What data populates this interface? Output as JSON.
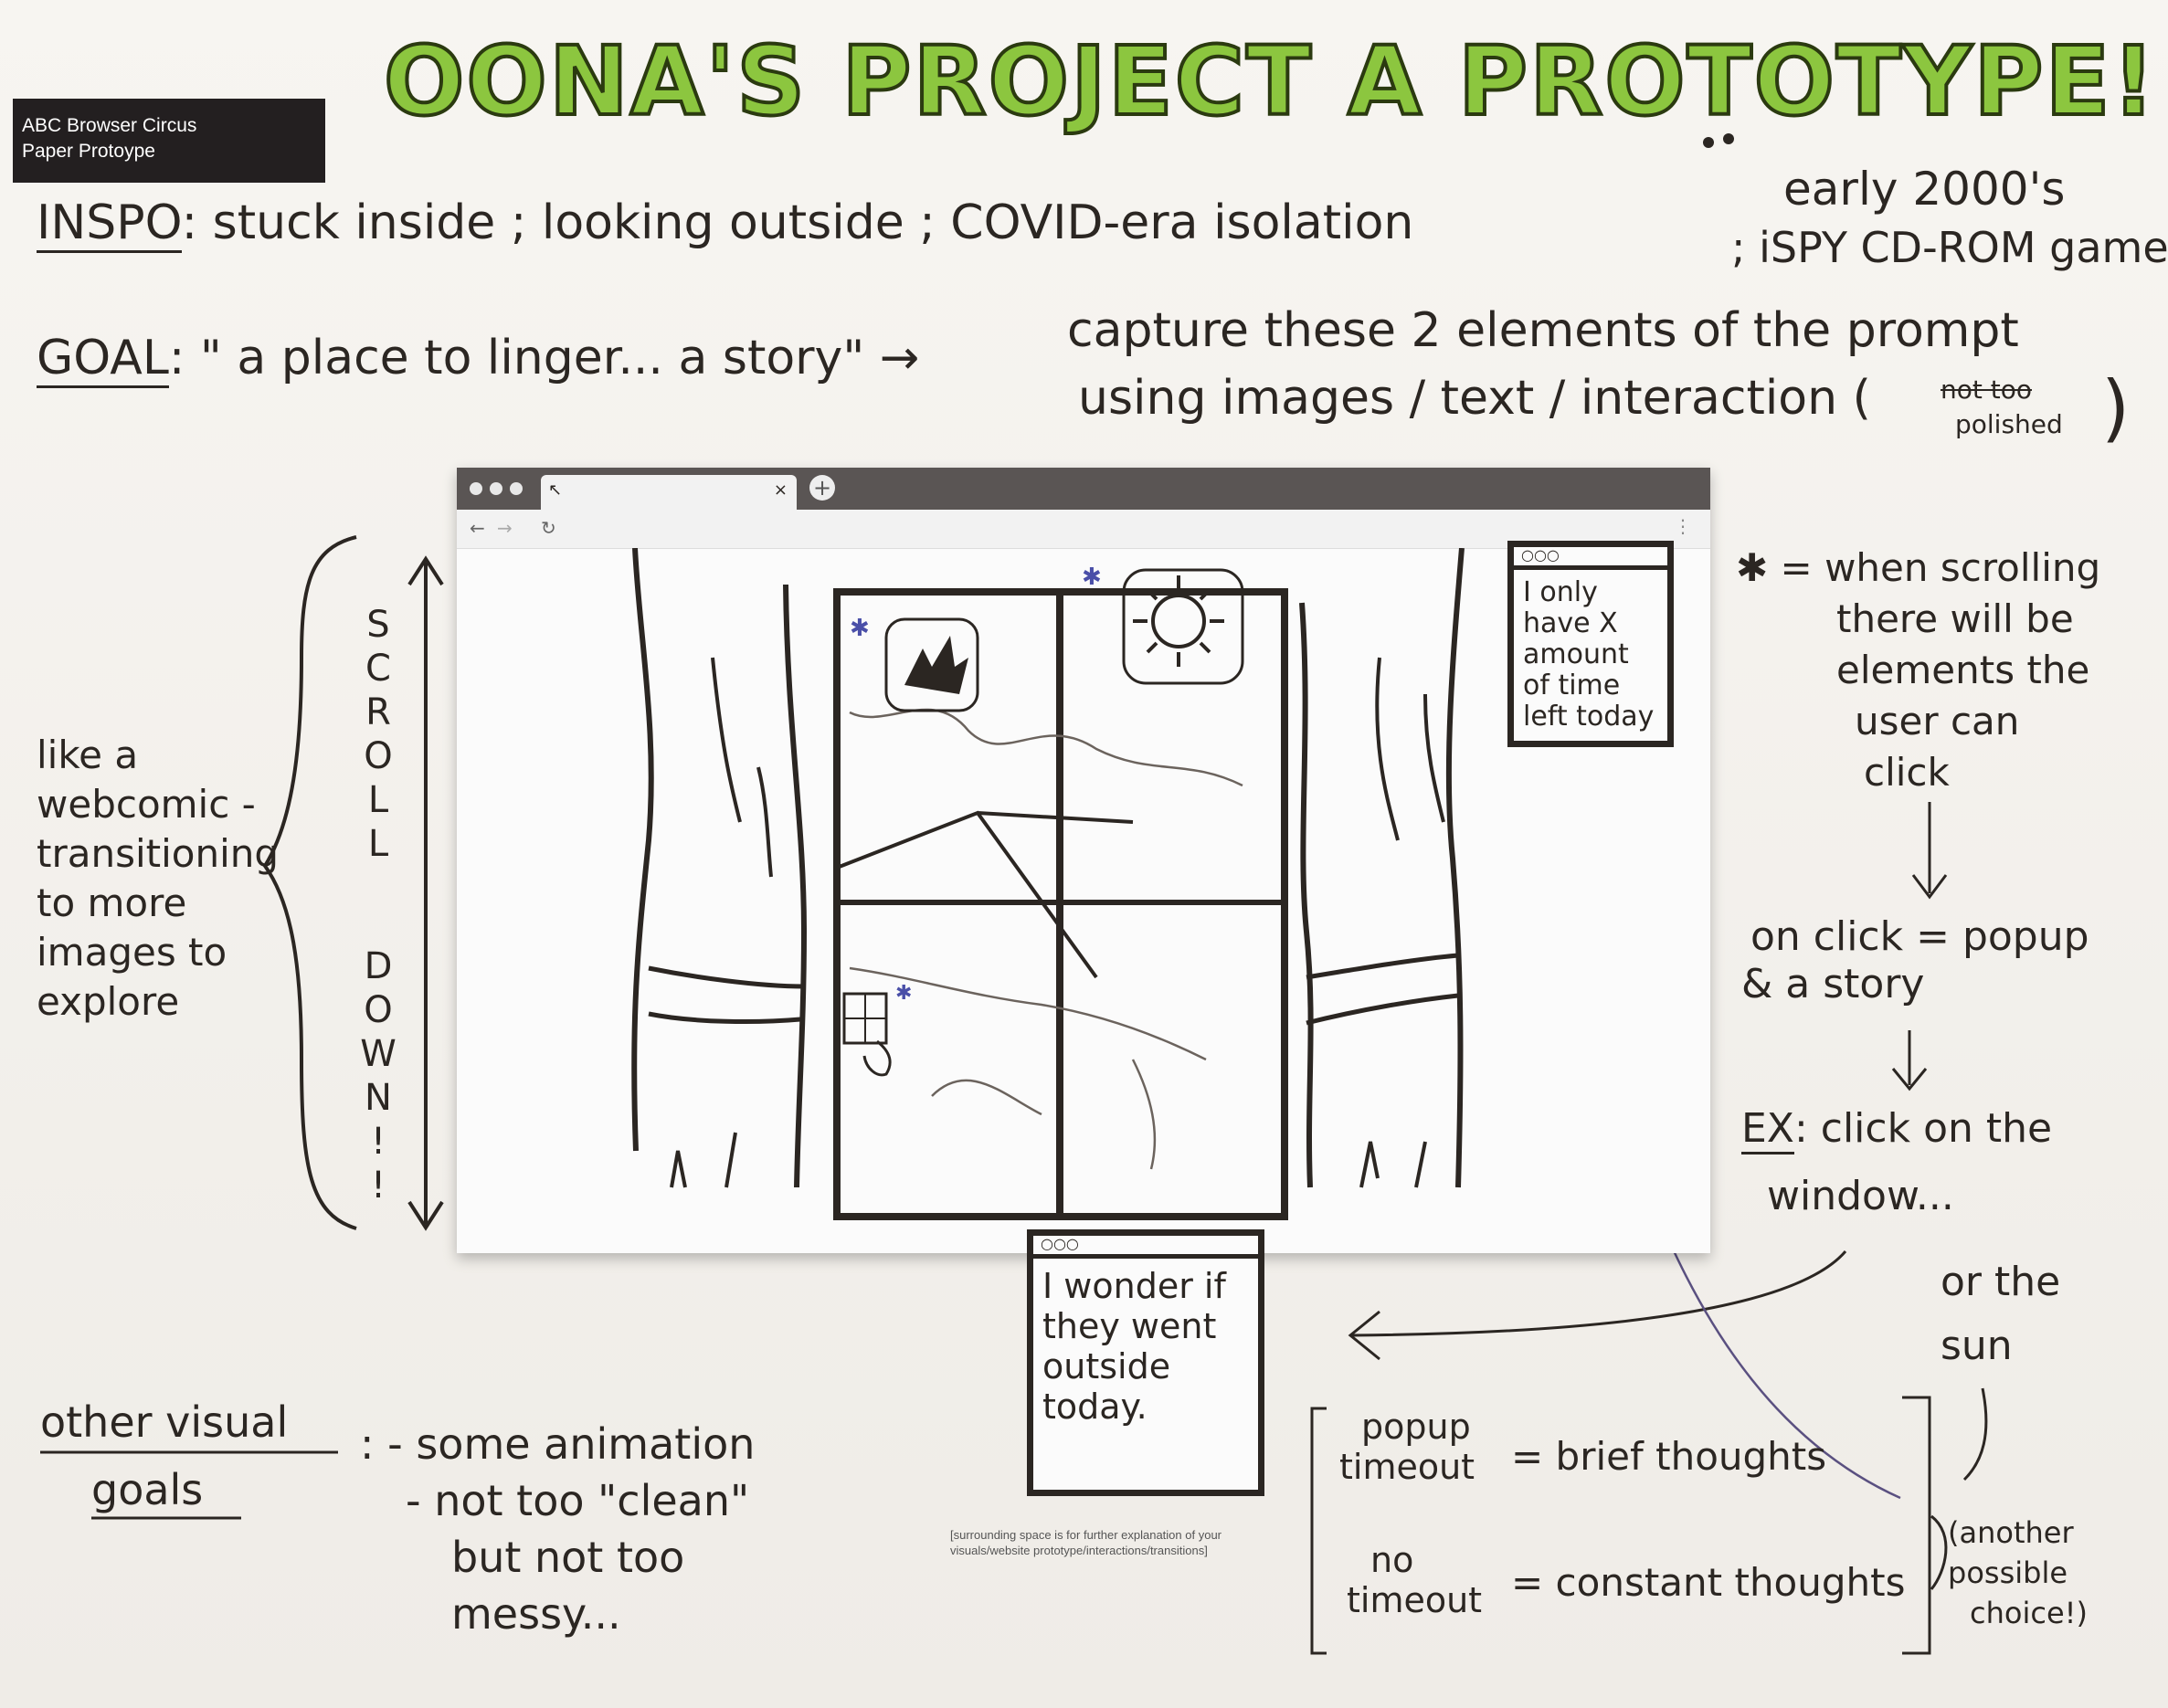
{
  "label": {
    "line1": "ABC Browser Circus",
    "line2": "Paper Protoype"
  },
  "title": "OONA'S PROJECT A PROTOTYPE!!",
  "inspo": {
    "label": "INSPO",
    "text1": ": stuck inside ; looking outside ; COVID-era isolation",
    "text2a": "early 2000's",
    "text2b": "; iSPY CD-ROM games"
  },
  "goal": {
    "label": "GOAL",
    "text1": ": \" a place to linger... a story\" →",
    "text2a": "capture these 2 elements of the prompt",
    "text2b": "using images / text / interaction (",
    "strike": "not too",
    "note": "polished",
    "close": ")"
  },
  "left_note": {
    "l1": "like a",
    "l2": "webcomic -",
    "l3": "transitioning",
    "l4": "to more",
    "l5": "images to",
    "l6": "explore"
  },
  "scroll_letters": [
    "S",
    "C",
    "R",
    "O",
    "L",
    "L",
    "D",
    "O",
    "W",
    "N",
    "!",
    "!"
  ],
  "popup1": {
    "text": "I only have X amount of time left today"
  },
  "popup2": {
    "text": "I wonder if they went outside today."
  },
  "right_note": {
    "l1": "✱ = when scrolling",
    "l2": "there will be",
    "l3": "elements the",
    "l4": "user can",
    "l5": "click",
    "l6": "on click = popup",
    "l7": "& a story",
    "l8": "EX",
    "l9": ": click on the",
    "l10": "window...",
    "l11": "or the",
    "l12": "sun"
  },
  "bottom_left": {
    "label1": "other visual",
    "label2": "goals",
    "item1": ": - some animation",
    "item2": "- not too \"clean\"",
    "item3": "but not too",
    "item4": "messy..."
  },
  "bottom_right": {
    "a1": "popup",
    "a2": "timeout",
    "eq1": "= brief thoughts",
    "b1": "no",
    "b2": "timeout",
    "eq2": "= constant thoughts",
    "side1": "(another",
    "side2": "possible",
    "side3": "choice!)"
  },
  "caption": {
    "l1": "[surrounding space is for further explanation of your",
    "l2": "visuals/website prototype/interactions/transitions]"
  },
  "colors": {
    "title_green": "#8cc63f",
    "ink": "#2b2622",
    "star_blue": "#4a4fa8"
  }
}
